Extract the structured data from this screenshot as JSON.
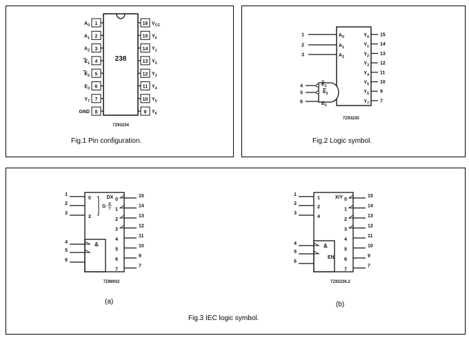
{
  "fig1": {
    "caption": "Fig.1 Pin configuration.",
    "chip_label": "238",
    "code": "7Z93234",
    "left_pins": [
      {
        "num": "1",
        "name": "A",
        "sub": "0",
        "bar": false
      },
      {
        "num": "2",
        "name": "A",
        "sub": "1",
        "bar": false
      },
      {
        "num": "3",
        "name": "A",
        "sub": "2",
        "bar": false
      },
      {
        "num": "4",
        "name": "E",
        "sub": "1",
        "bar": true
      },
      {
        "num": "5",
        "name": "E",
        "sub": "2",
        "bar": true
      },
      {
        "num": "6",
        "name": "E",
        "sub": "3",
        "bar": false
      },
      {
        "num": "7",
        "name": "Y",
        "sub": "7",
        "bar": false
      },
      {
        "num": "8",
        "name": "GND",
        "sub": "",
        "bar": false
      }
    ],
    "right_pins": [
      {
        "num": "16",
        "name": "V",
        "sub": "CC"
      },
      {
        "num": "15",
        "name": "Y",
        "sub": "0"
      },
      {
        "num": "14",
        "name": "Y",
        "sub": "1"
      },
      {
        "num": "13",
        "name": "Y",
        "sub": "2"
      },
      {
        "num": "12",
        "name": "Y",
        "sub": "3"
      },
      {
        "num": "11",
        "name": "Y",
        "sub": "4"
      },
      {
        "num": "10",
        "name": "Y",
        "sub": "5"
      },
      {
        "num": "9",
        "name": "Y",
        "sub": "6"
      }
    ]
  },
  "fig2": {
    "caption": "Fig.2 Logic symbol.",
    "code": "7Z93235",
    "inputs": [
      {
        "num": "1",
        "name": "A",
        "sub": "0"
      },
      {
        "num": "2",
        "name": "A",
        "sub": "1"
      },
      {
        "num": "3",
        "name": "A",
        "sub": "2"
      }
    ],
    "enables": [
      {
        "num": "4",
        "name": "E",
        "sub": "1",
        "bar": true
      },
      {
        "num": "5",
        "name": "E",
        "sub": "2",
        "bar": true
      },
      {
        "num": "6",
        "name": "E",
        "sub": "3",
        "bar": false
      }
    ],
    "outputs": [
      {
        "num": "15",
        "name": "Y",
        "sub": "0"
      },
      {
        "num": "14",
        "name": "Y",
        "sub": "1"
      },
      {
        "num": "13",
        "name": "Y",
        "sub": "2"
      },
      {
        "num": "12",
        "name": "Y",
        "sub": "3"
      },
      {
        "num": "11",
        "name": "Y",
        "sub": "4"
      },
      {
        "num": "10",
        "name": "Y",
        "sub": "5"
      },
      {
        "num": "9",
        "name": "Y",
        "sub": "6"
      },
      {
        "num": "7",
        "name": "Y",
        "sub": "7"
      }
    ]
  },
  "fig3": {
    "caption": "Fig.3 IEC logic symbol.",
    "a": {
      "label": "(a)",
      "code": "7Z96932",
      "title": "DX",
      "gate": "&",
      "gfrac": {
        "g": "G",
        "num": "0",
        "den": "7"
      },
      "inputs": [
        {
          "num": "1",
          "inner": "0"
        },
        {
          "num": "2",
          "inner": ""
        },
        {
          "num": "3",
          "inner": "2"
        }
      ],
      "enables": [
        "4",
        "5",
        "6"
      ],
      "outputs": [
        {
          "inner": "0",
          "num": "15"
        },
        {
          "inner": "1",
          "num": "14"
        },
        {
          "inner": "2",
          "num": "13"
        },
        {
          "inner": "3",
          "num": "12"
        },
        {
          "inner": "4",
          "num": "11"
        },
        {
          "inner": "5",
          "num": "10"
        },
        {
          "inner": "6",
          "num": "9"
        },
        {
          "inner": "7",
          "num": "7"
        }
      ]
    },
    "b": {
      "label": "(b)",
      "code": "7Z93236.2",
      "title": "X/Y",
      "gate": "&",
      "en": "EN",
      "inputs": [
        {
          "num": "1",
          "inner": "1"
        },
        {
          "num": "2",
          "inner": "2"
        },
        {
          "num": "3",
          "inner": "4"
        }
      ],
      "enables": [
        "4",
        "5",
        "6"
      ],
      "outputs": [
        {
          "inner": "0",
          "num": "15"
        },
        {
          "inner": "1",
          "num": "14"
        },
        {
          "inner": "2",
          "num": "13"
        },
        {
          "inner": "3",
          "num": "12"
        },
        {
          "inner": "4",
          "num": "11"
        },
        {
          "inner": "5",
          "num": "10"
        },
        {
          "inner": "6",
          "num": "9"
        },
        {
          "inner": "7",
          "num": "7"
        }
      ]
    }
  }
}
